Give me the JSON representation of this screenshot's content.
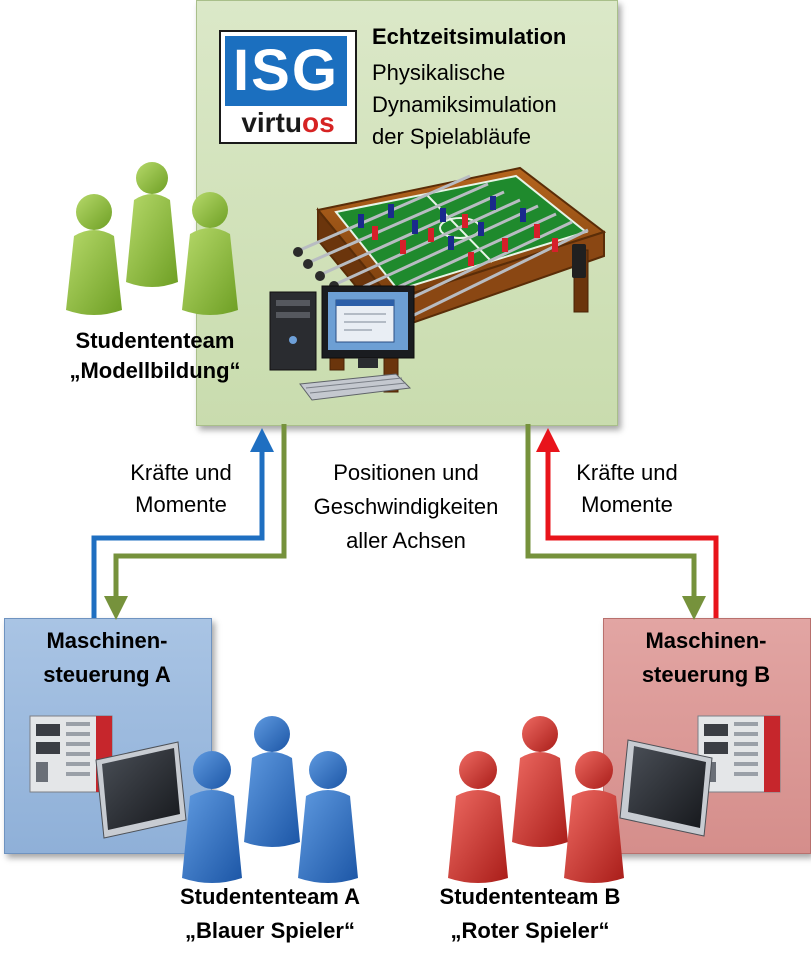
{
  "top_box": {
    "logo": {
      "top_text": "ISG",
      "bottom_text_start": "virtu",
      "bottom_text_accent": "os"
    },
    "title": "Echtzeitsimulation",
    "lines": [
      "Physikalische",
      "Dynamiksimulation",
      "der Spielabläufe"
    ]
  },
  "team_model": {
    "line1": "Studententeam",
    "line2": "„Modellbildung“"
  },
  "labels": {
    "left": [
      "Kräfte  und",
      "Momente"
    ],
    "center": [
      "Positionen und",
      "Geschwindigkeiten",
      "aller Achsen"
    ],
    "right": [
      "Kräfte und",
      "Momente"
    ]
  },
  "box_a": {
    "line1": "Maschinen-",
    "line2": "steuerung A"
  },
  "box_b": {
    "line1": "Maschinen-",
    "line2": "steuerung B"
  },
  "team_a": {
    "line1": "Studententeam A",
    "line2": "„Blauer Spieler“"
  },
  "team_b": {
    "line1": "Studententeam B",
    "line2": "„Roter Spieler“"
  },
  "colors": {
    "green_arrow": "#76923c",
    "blue_arrow": "#1f6fc1",
    "red_arrow": "#e8141b",
    "green_person": "#8fbf3a",
    "blue_person": "#2e72c8",
    "red_person": "#d0302b"
  }
}
